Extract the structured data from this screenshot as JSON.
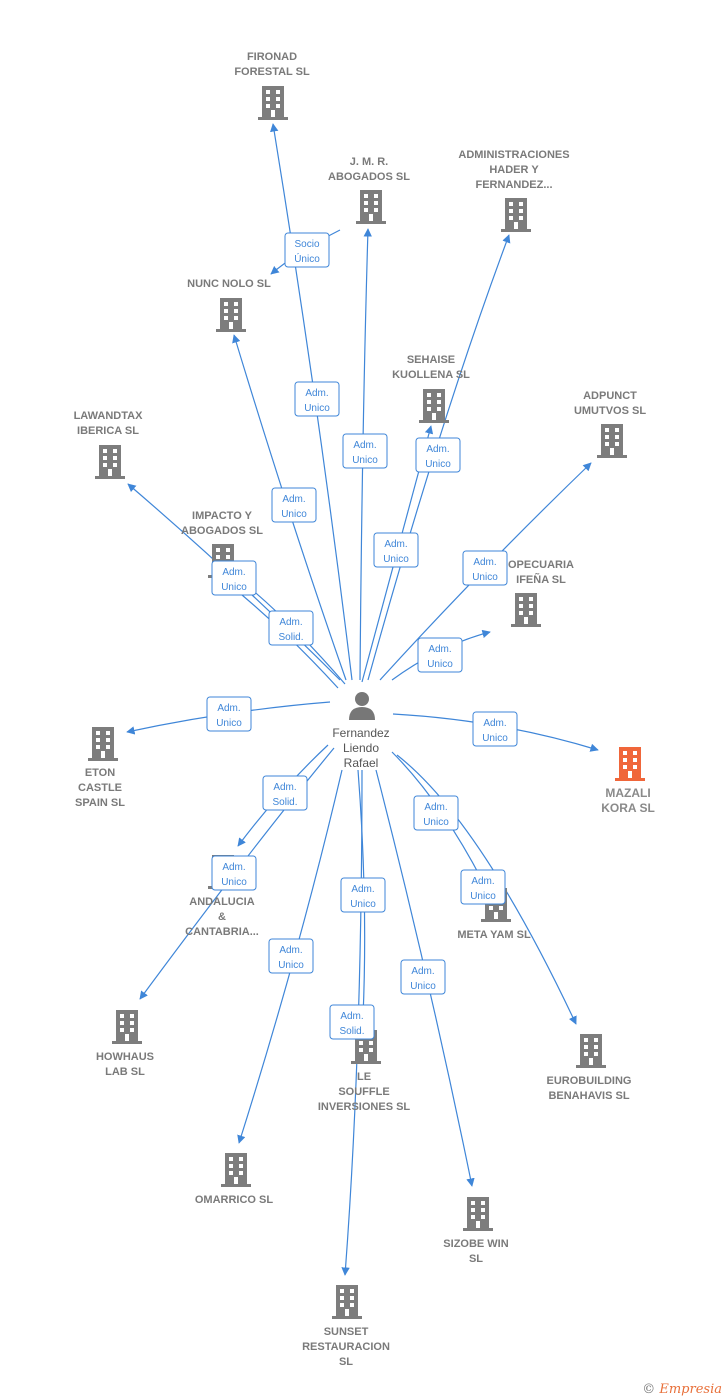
{
  "center": {
    "lines": [
      "Fernandez",
      "Liendo",
      "Rafael"
    ]
  },
  "companies": [
    {
      "id": "fironad",
      "lines": [
        "FIRONAD",
        "FORESTAL  SL"
      ]
    },
    {
      "id": "jmr",
      "lines": [
        "J.  M. R.",
        "ABOGADOS SL"
      ]
    },
    {
      "id": "admin_hader",
      "lines": [
        "ADMINISTRACIONES",
        "HADER Y",
        "FERNANDEZ..."
      ]
    },
    {
      "id": "nunc_nolo",
      "lines": [
        "NUNC NOLO SL"
      ]
    },
    {
      "id": "sehaise",
      "lines": [
        "SEHAISE",
        "KUOLLENA  SL"
      ]
    },
    {
      "id": "adpunct",
      "lines": [
        "ADPUNCT",
        "UMUTVOS  SL"
      ]
    },
    {
      "id": "lawandtax",
      "lines": [
        "LAWANDTAX",
        "IBERICA  SL"
      ]
    },
    {
      "id": "impacto",
      "lines": [
        "IMPACTO Y",
        "ABOGADOS SL"
      ]
    },
    {
      "id": "agropecuaria",
      "lines": [
        "OPECUARIA",
        "IFEÑA  SL"
      ]
    },
    {
      "id": "eton",
      "lines": [
        "ETON",
        "CASTLE",
        "SPAIN  SL"
      ]
    },
    {
      "id": "mazali",
      "lines": [
        "MAZALI",
        "KORA  SL"
      ],
      "highlight": true
    },
    {
      "id": "andalucia",
      "lines": [
        "ANDALUCIA",
        "&",
        "CANTABRIA..."
      ]
    },
    {
      "id": "meta_yam",
      "lines": [
        "META YAM  SL"
      ]
    },
    {
      "id": "howhaus",
      "lines": [
        "HOWHAUS",
        "LAB  SL"
      ]
    },
    {
      "id": "le_souffle",
      "lines": [
        "LE",
        "SOUFFLE",
        "INVERSIONES SL"
      ]
    },
    {
      "id": "eurobuilding",
      "lines": [
        "EUROBUILDING",
        "BENAHAVIS  SL"
      ]
    },
    {
      "id": "omarrico",
      "lines": [
        "OMARRICO  SL"
      ]
    },
    {
      "id": "sizobe",
      "lines": [
        "SIZOBE WIN",
        "SL"
      ]
    },
    {
      "id": "sunset",
      "lines": [
        "SUNSET",
        "RESTAURACION",
        "SL"
      ]
    }
  ],
  "relations": [
    {
      "id": "r_socio",
      "lines": [
        "Socio",
        "Único"
      ]
    },
    {
      "id": "r_fironad",
      "lines": [
        "Adm.",
        "Unico"
      ]
    },
    {
      "id": "r_jmr",
      "lines": [
        "Adm.",
        "Unico"
      ]
    },
    {
      "id": "r_sehaise",
      "lines": [
        "Adm.",
        "Unico"
      ]
    },
    {
      "id": "r_nunc",
      "lines": [
        "Adm.",
        "Unico"
      ]
    },
    {
      "id": "r_admin",
      "lines": [
        "Adm.",
        "Unico"
      ]
    },
    {
      "id": "r_adpunct",
      "lines": [
        "Adm.",
        "Unico"
      ]
    },
    {
      "id": "r_lawandtax",
      "lines": [
        "Adm.",
        "Unico"
      ]
    },
    {
      "id": "r_impacto",
      "lines": [
        "Adm.",
        "Solid."
      ]
    },
    {
      "id": "r_agro",
      "lines": [
        "Adm.",
        "Unico"
      ]
    },
    {
      "id": "r_eton",
      "lines": [
        "Adm.",
        "Unico"
      ]
    },
    {
      "id": "r_mazali",
      "lines": [
        "Adm.",
        "Unico"
      ]
    },
    {
      "id": "r_andalucia_solid",
      "lines": [
        "Adm.",
        "Solid."
      ]
    },
    {
      "id": "r_meta1",
      "lines": [
        "Adm.",
        "Unico"
      ]
    },
    {
      "id": "r_andalucia",
      "lines": [
        "Adm.",
        "Unico"
      ]
    },
    {
      "id": "r_meta2",
      "lines": [
        "Adm.",
        "Unico"
      ]
    },
    {
      "id": "r_souffle",
      "lines": [
        "Adm.",
        "Unico"
      ]
    },
    {
      "id": "r_omarrico",
      "lines": [
        "Adm.",
        "Unico"
      ]
    },
    {
      "id": "r_sizobe",
      "lines": [
        "Adm.",
        "Unico"
      ]
    },
    {
      "id": "r_sunset",
      "lines": [
        "Adm.",
        "Solid."
      ]
    }
  ],
  "footer": {
    "copyright": "©",
    "brand": "Empresia"
  },
  "colors": {
    "edge": "#3f86d8",
    "building": "#7d7d7d",
    "highlight": "#f0663a",
    "person": "#777777"
  },
  "icons": {
    "company": "building-icon",
    "person": "person-icon"
  }
}
